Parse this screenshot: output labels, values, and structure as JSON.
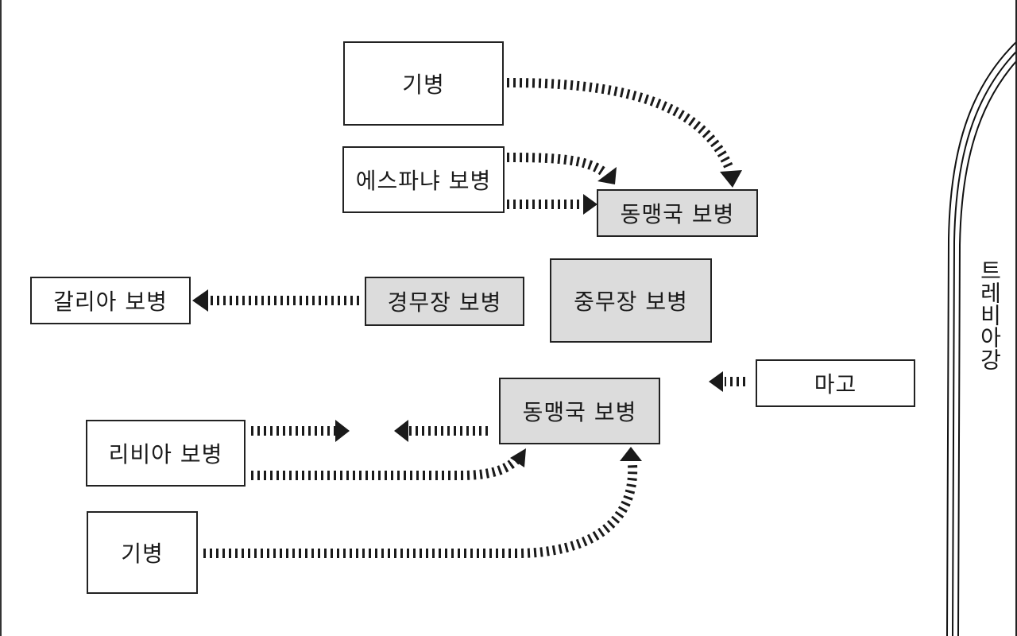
{
  "diagram": {
    "subject": "troop deployment",
    "colors": {
      "ally_fill": "#dcdcdc",
      "enemy_fill": "#ffffff",
      "line": "#1a1a1a"
    },
    "units": [
      {
        "id": "cavalry-top",
        "label": "기병",
        "side": "enemy"
      },
      {
        "id": "spanish-infantry",
        "label": "에스파냐 보병",
        "side": "enemy"
      },
      {
        "id": "allied-infantry-top",
        "label": "동맹국 보병",
        "side": "ally"
      },
      {
        "id": "gallic-infantry",
        "label": "갈리아 보병",
        "side": "enemy"
      },
      {
        "id": "light-infantry",
        "label": "경무장 보병",
        "side": "ally"
      },
      {
        "id": "heavy-infantry",
        "label": "중무장 보병",
        "side": "ally"
      },
      {
        "id": "mago",
        "label": "마고",
        "side": "enemy"
      },
      {
        "id": "libyan-infantry",
        "label": "리비아 보병",
        "side": "enemy"
      },
      {
        "id": "allied-infantry-bottom",
        "label": "동맹국 보병",
        "side": "ally"
      },
      {
        "id": "cavalry-bottom",
        "label": "기병",
        "side": "enemy"
      }
    ],
    "river": {
      "label": "트레비아강"
    },
    "arrows": [
      {
        "from": "cavalry-top",
        "to": "allied-infantry-top",
        "style": "dotted-curved"
      },
      {
        "from": "spanish-infantry",
        "to": "allied-infantry-top",
        "style": "dotted-curved"
      },
      {
        "from": "spanish-infantry",
        "to": "allied-infantry-top",
        "style": "dotted-straight"
      },
      {
        "from": "light-infantry",
        "to": "gallic-infantry",
        "style": "dotted-straight"
      },
      {
        "from": "mago",
        "to": "heavy-infantry",
        "style": "dotted-short"
      },
      {
        "from": "libyan-infantry",
        "to": "center-gap",
        "style": "dotted-straight"
      },
      {
        "from": "allied-infantry-bottom",
        "to": "center-gap",
        "style": "dotted-straight"
      },
      {
        "from": "libyan-infantry",
        "to": "allied-infantry-bottom",
        "style": "dotted-curved"
      },
      {
        "from": "cavalry-bottom",
        "to": "allied-infantry-bottom",
        "style": "dotted-curved"
      }
    ]
  }
}
